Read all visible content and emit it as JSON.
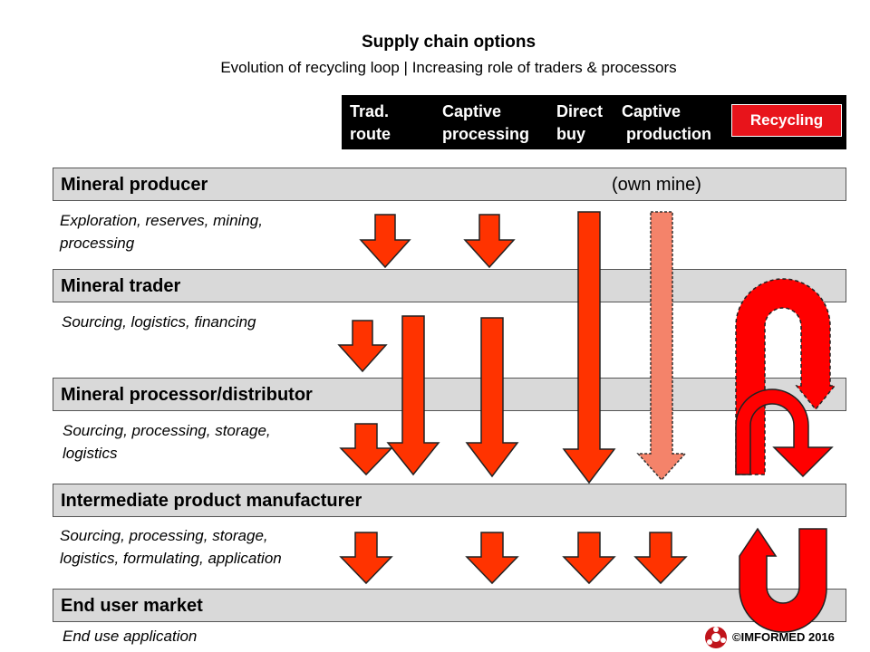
{
  "title": "Supply chain options",
  "subtitle": "Evolution of recycling loop | Increasing role of traders & processors",
  "legend": {
    "trad_route": "Trad.\nroute",
    "captive_processing": "Captive\nprocessing",
    "direct_buy": "Direct\nbuy",
    "captive_production": "Captive\n production",
    "recycling": "Recycling"
  },
  "stages": [
    {
      "label": "Mineral producer",
      "note": "(own mine)",
      "description": [
        "Exploration, reserves, mining,",
        "processing"
      ]
    },
    {
      "label": "Mineral trader",
      "description": [
        "Sourcing, logistics, financing"
      ]
    },
    {
      "label": "Mineral processor/distributor",
      "description": [
        "Sourcing, processing, storage,",
        "logistics"
      ]
    },
    {
      "label": "Intermediate product manufacturer",
      "description": [
        "Sourcing, processing, storage,",
        "logistics, formulating, application"
      ]
    },
    {
      "label": "End user market",
      "description": [
        "End use application"
      ]
    }
  ],
  "footer": "©IMFORMED 2016",
  "colors": {
    "arrow": "#ff3300",
    "arrow_light": "#f4836a",
    "recycle": "#ff0000",
    "legend_bg": "#000000",
    "bar_bg": "#d9d9d9"
  }
}
